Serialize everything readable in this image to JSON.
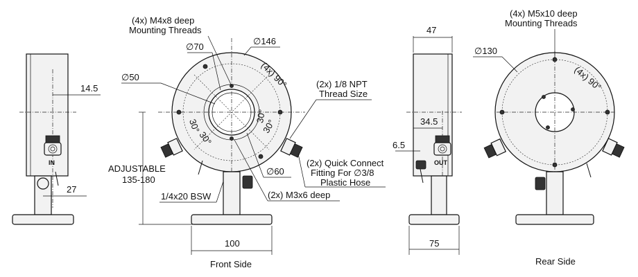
{
  "labels": {
    "front_side": "Front Side",
    "rear_side": "Rear Side",
    "front_threads_1": "(4x) M4x8 deep",
    "front_threads_2": "Mounting Threads",
    "rear_threads_1": "(4x) M5x10 deep",
    "rear_threads_2": "Mounting Threads",
    "dia_70": "∅70",
    "dia_146": "∅146",
    "dia_50": "∅50",
    "dia_60": "∅60",
    "dia_130": "∅130",
    "angle_4x90": "(4x) 90°",
    "angle_4x90_rear": "(4x) 90°",
    "angle_30_a": "30°",
    "angle_30_b": "30°",
    "angle_30_c": "30°",
    "angle_30_d": "30°",
    "npt_1": "(2x) 1/8 NPT",
    "npt_2": "Thread Size",
    "qc_1": "(2x) Quick Connect",
    "qc_2": "Fitting For ∅3/8",
    "qc_3": "Plastic Hose",
    "m3": "(2x) M3x6 deep",
    "bsw": "1/4x20 BSW",
    "adjustable_1": "ADJUSTABLE",
    "adjustable_2": "135-180",
    "dim_14_5": "14.5",
    "dim_27": "27",
    "dim_100": "100",
    "dim_47": "47",
    "dim_34_5": "34.5",
    "dim_6_5": "6.5",
    "dim_75": "75",
    "port_in": "IN",
    "port_out": "OUT"
  }
}
